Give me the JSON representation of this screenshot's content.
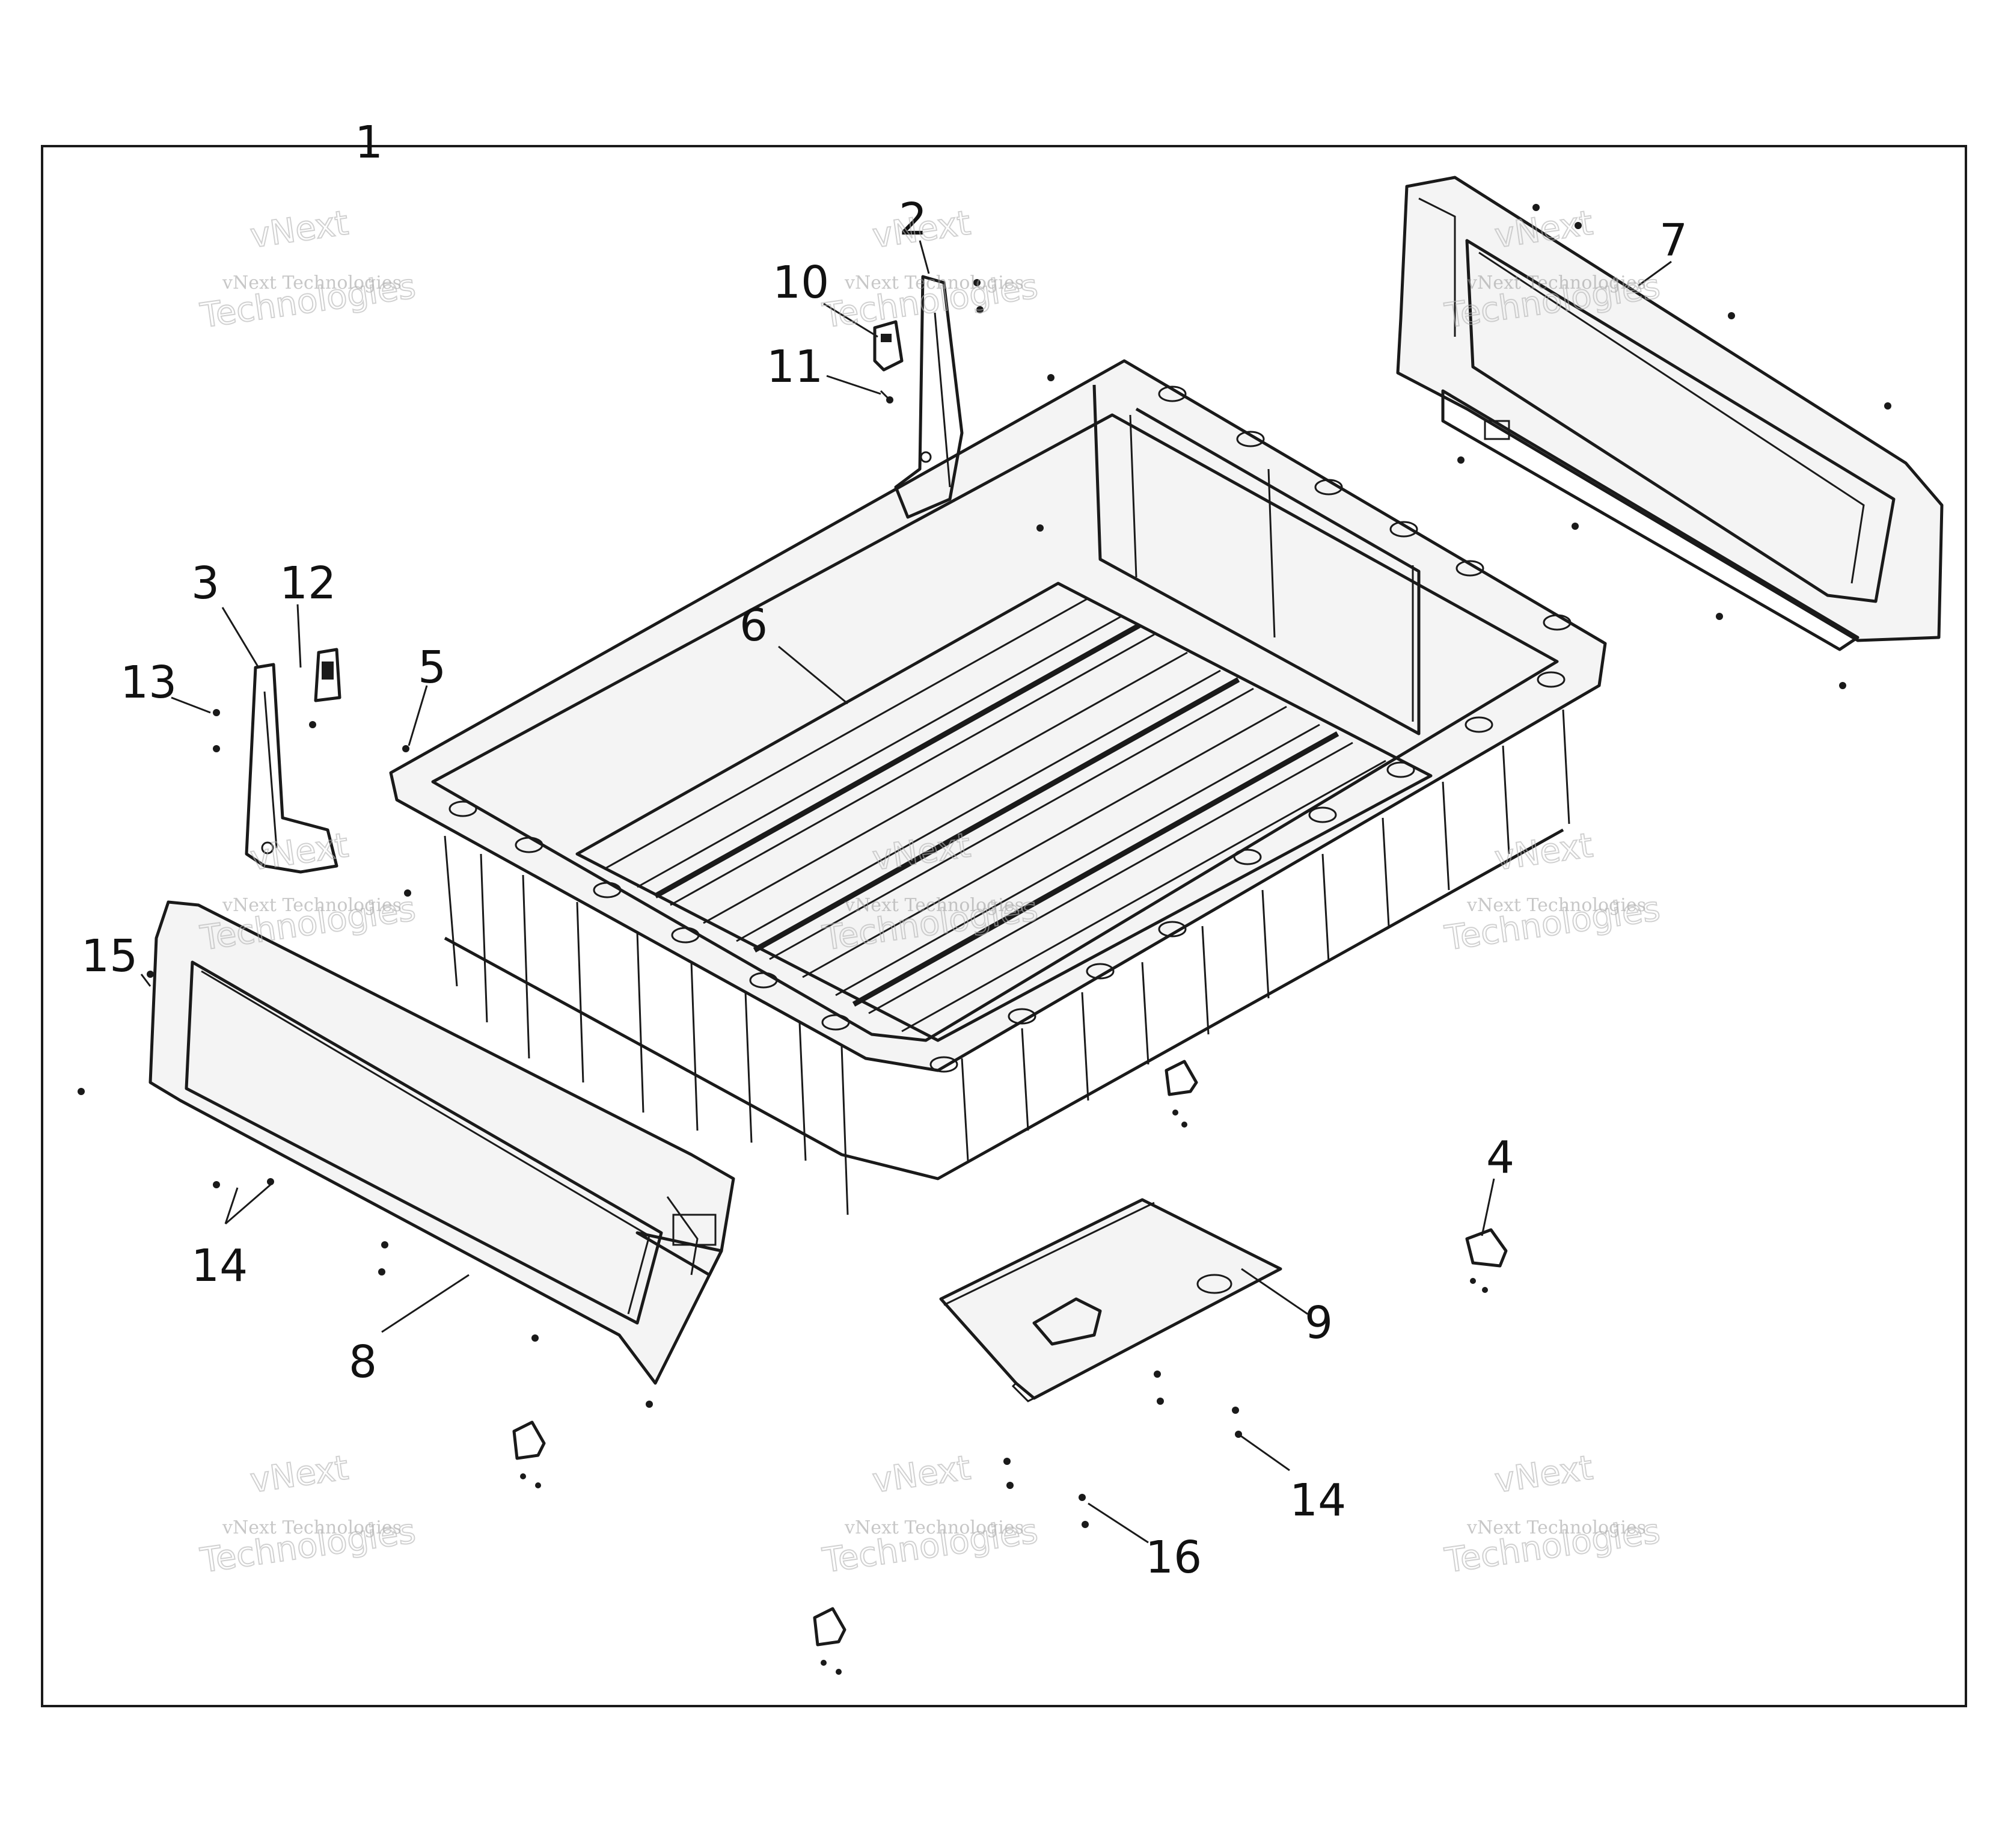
{
  "diagram": {
    "callouts": [
      {
        "id": "1",
        "label": "1"
      },
      {
        "id": "2",
        "label": "2"
      },
      {
        "id": "3",
        "label": "3"
      },
      {
        "id": "4",
        "label": "4"
      },
      {
        "id": "5",
        "label": "5"
      },
      {
        "id": "6",
        "label": "6"
      },
      {
        "id": "7",
        "label": "7"
      },
      {
        "id": "8",
        "label": "8"
      },
      {
        "id": "9",
        "label": "9"
      },
      {
        "id": "10",
        "label": "10"
      },
      {
        "id": "11",
        "label": "11"
      },
      {
        "id": "12",
        "label": "12"
      },
      {
        "id": "13",
        "label": "13"
      },
      {
        "id": "14a",
        "label": "14"
      },
      {
        "id": "14b",
        "label": "14"
      },
      {
        "id": "15",
        "label": "15"
      },
      {
        "id": "16",
        "label": "16"
      }
    ],
    "watermark": {
      "line1": "vNext",
      "line2": "vNext Technologies",
      "line3": "Technologies"
    }
  }
}
